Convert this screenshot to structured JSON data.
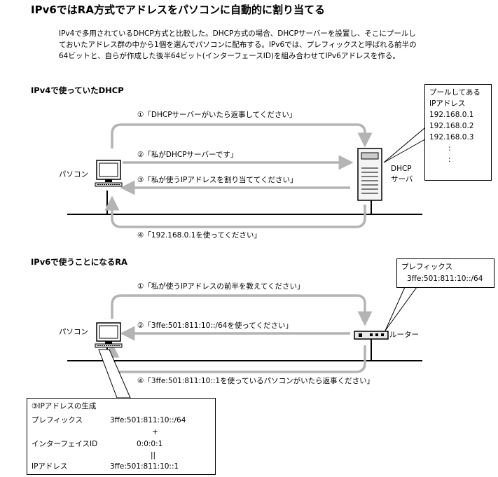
{
  "title": "IPv6ではRA方式でアドレスをパソコンに自動的に割り当てる",
  "intro": {
    "line1": "IPv4で多用されているDHCP方式と比較した。DHCP方式の場合、DHCPサーバーを設置し、そこにプールし",
    "line2": "ておいたアドレス群の中から1個を選んでパソコンに配布する。IPv6では、プレフィックスと呼ばれる前半の",
    "line3": "64ビットと、自らが作成した後半64ビット(インターフェースID)を組み合わせてIPv6アドレスを作る。"
  },
  "ipv4": {
    "heading": "IPv4で使っていたDHCP",
    "pc_label": "パソコン",
    "server_label_1": "DHCP",
    "server_label_2": "サーバ",
    "pool": {
      "line1": "プールしてある",
      "line2": "IPアドレス",
      "addresses": [
        "192.168.0.1",
        "192.168.0.2",
        "192.168.0.3"
      ],
      "more1": ":",
      "more2": ":"
    },
    "msg1": "①「DHCPサーバーがいたら返事してください」",
    "msg2": "②「私がDHCPサーバーです」",
    "msg3": "③「私が使うIPアドレスを割り当ててください」",
    "msg4": "④「192.168.0.1を使ってください」"
  },
  "ipv6": {
    "heading": "IPv6で使うことになるRA",
    "pc_label": "パソコン",
    "router_label": "ルーター",
    "prefix_box": {
      "line1": "プレフィックス",
      "line2": "3ffe:501:811:10::/64"
    },
    "msg1": "①「私が使うIPアドレスの前半を教えてください」",
    "msg2": "②「3ffe:501:811:10::/64を使ってください」",
    "msg4": "④「3ffe:501:811:10::1を使っているパソコンがいたら返事ください」",
    "gen_box": {
      "heading": "③IPアドレスの生成",
      "prefix_label": "プレフィックス",
      "prefix_value": "3ffe:501:811:10::/64",
      "plus": "+",
      "iface_label": "インターフェイスID",
      "iface_value": "0:0:0:1",
      "equals": "||",
      "addr_label": "IPアドレス",
      "addr_value": "3ffe:501:811:10::1"
    }
  },
  "colors": {
    "arrow": "#b4b4b4",
    "line": "#000000"
  }
}
